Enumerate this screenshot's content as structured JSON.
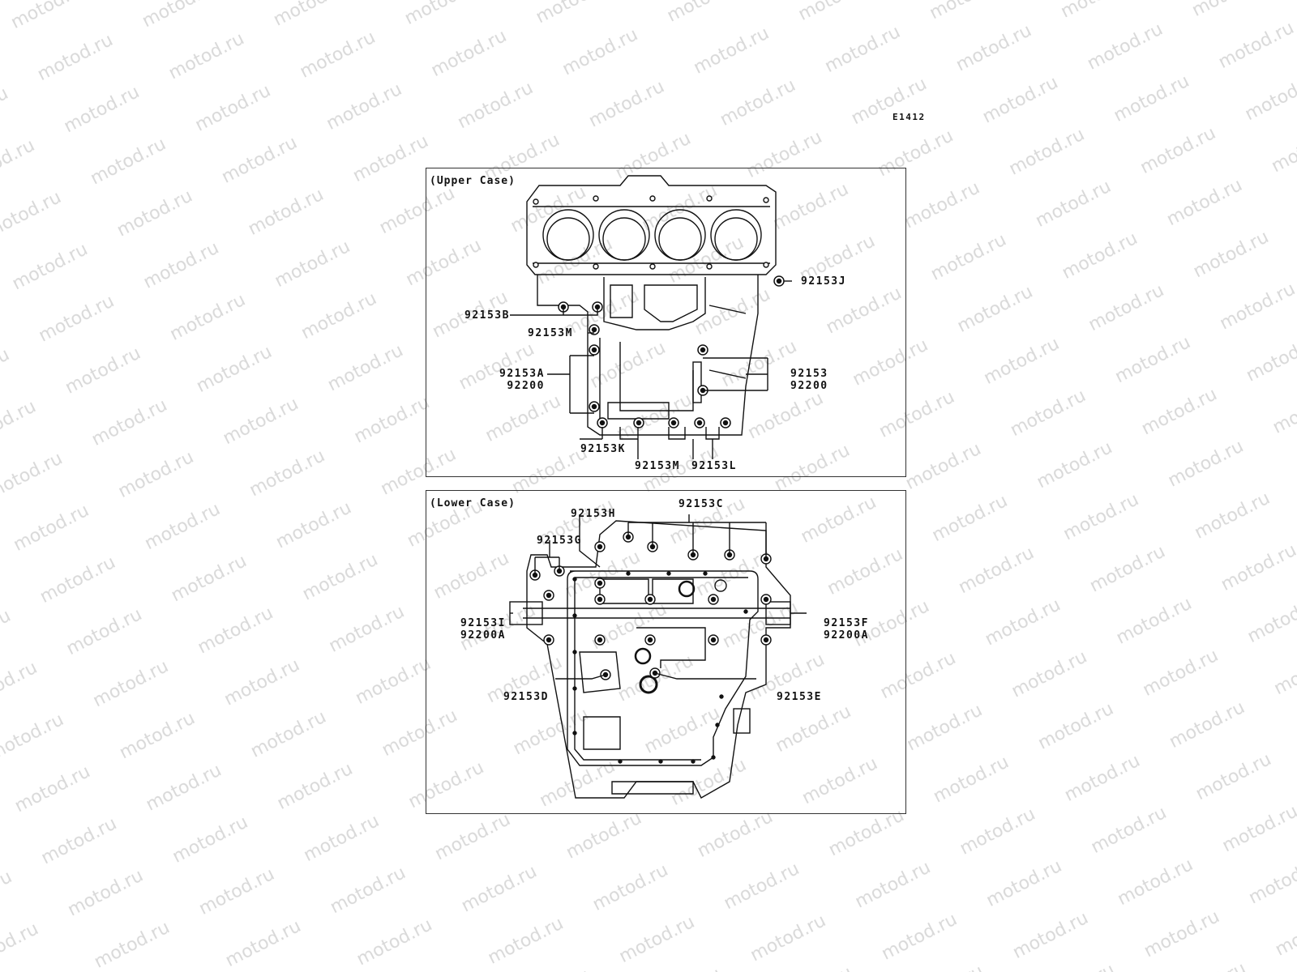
{
  "figure_code": "E1412",
  "watermark_text": "motod.ru",
  "colors": {
    "background": "#ffffff",
    "line": "#111111",
    "watermark": "#d8d8d8",
    "frame": "#333333"
  },
  "upper_case": {
    "title": "(Upper Case)",
    "labels": {
      "j": "92153J",
      "b": "92153B",
      "m_left": "92153M",
      "a_stack": [
        "92153A",
        "92200"
      ],
      "right_stack": [
        "92153",
        "92200"
      ],
      "k": "92153K",
      "m_bottom": "92153M",
      "l": "92153L"
    }
  },
  "lower_case": {
    "title": "(Lower Case)",
    "labels": {
      "h": "92153H",
      "c": "92153C",
      "g": "92153G",
      "i_stack": [
        "92153I",
        "92200A"
      ],
      "f_stack": [
        "92153F",
        "92200A"
      ],
      "d": "92153D",
      "e": "92153E"
    }
  }
}
